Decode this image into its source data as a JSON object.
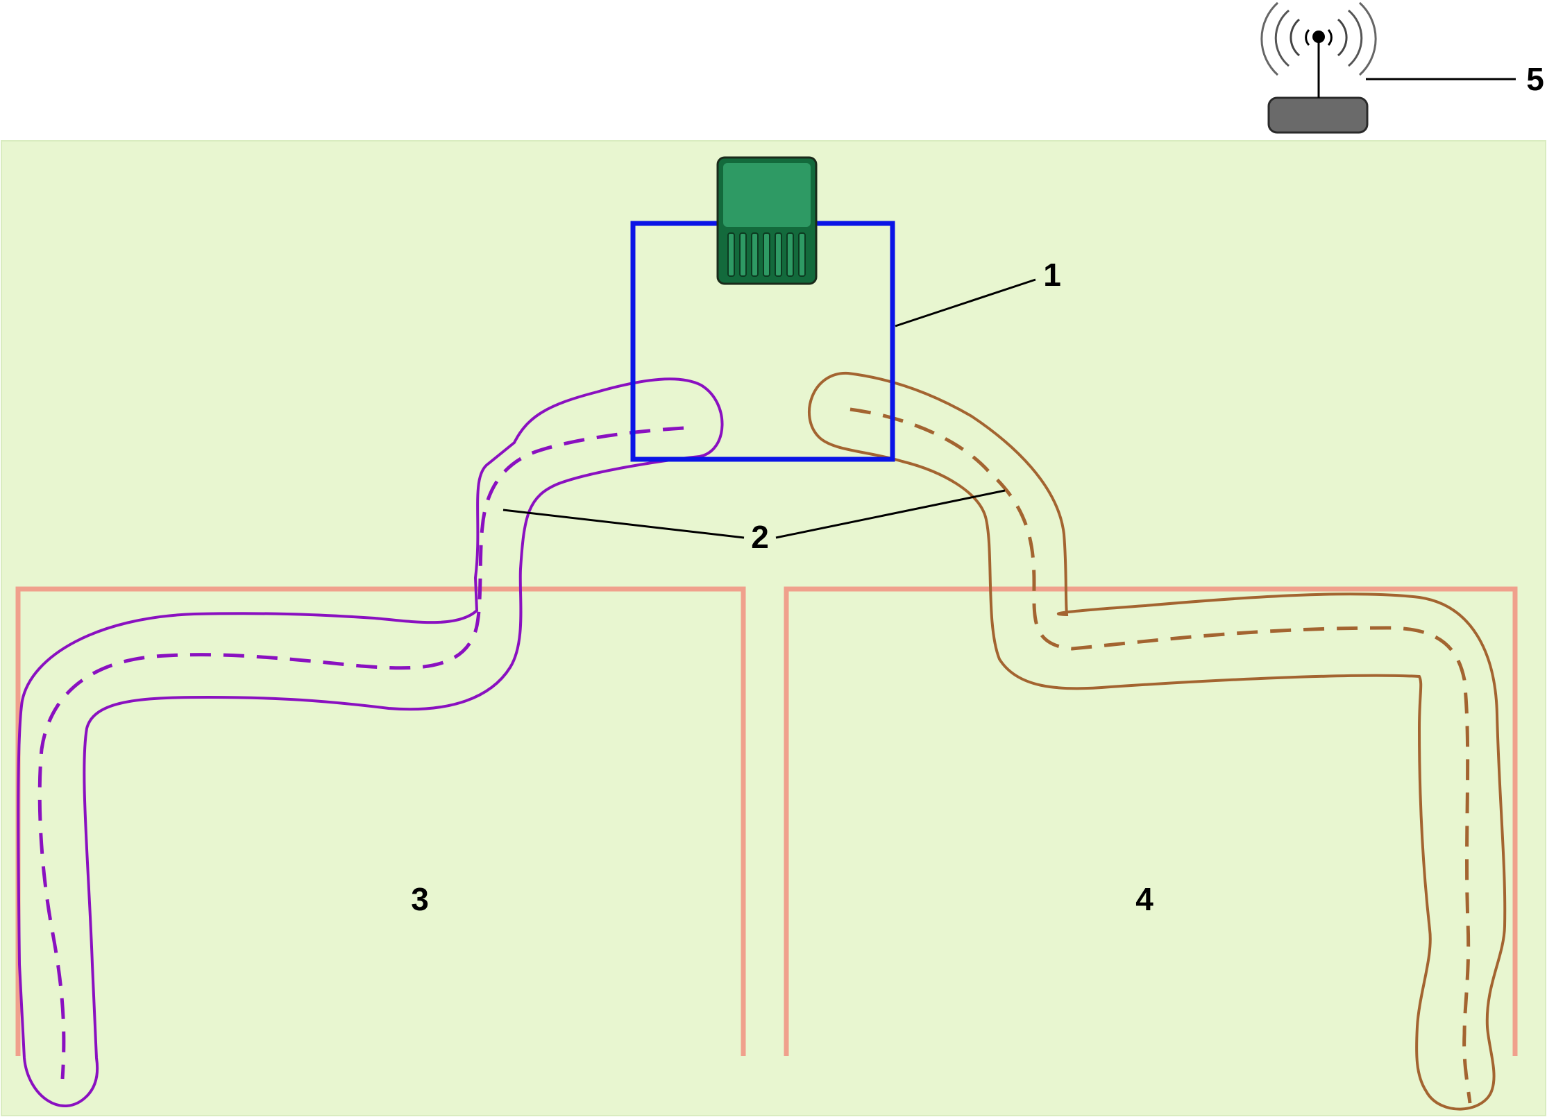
{
  "labels": {
    "boundary_wire": "1",
    "guide_wires": "2",
    "zone_left": "3",
    "zone_right": "4",
    "base_station": "5"
  },
  "colors": {
    "lawn": "#e8f6d0",
    "lawn_edge": "#d9ecc0",
    "boundary_wire": "#0a14e6",
    "zone_edge": "#f0a08c",
    "left_corridor": "#8a10c0",
    "right_corridor": "#a36430",
    "charger_body": "#2e9a64",
    "charger_dark": "#136a3c",
    "station_body": "#6a6a6a",
    "leader": "#000000"
  },
  "icons": {
    "charging_station": "charging-station-icon",
    "base_station": "antenna-icon"
  }
}
